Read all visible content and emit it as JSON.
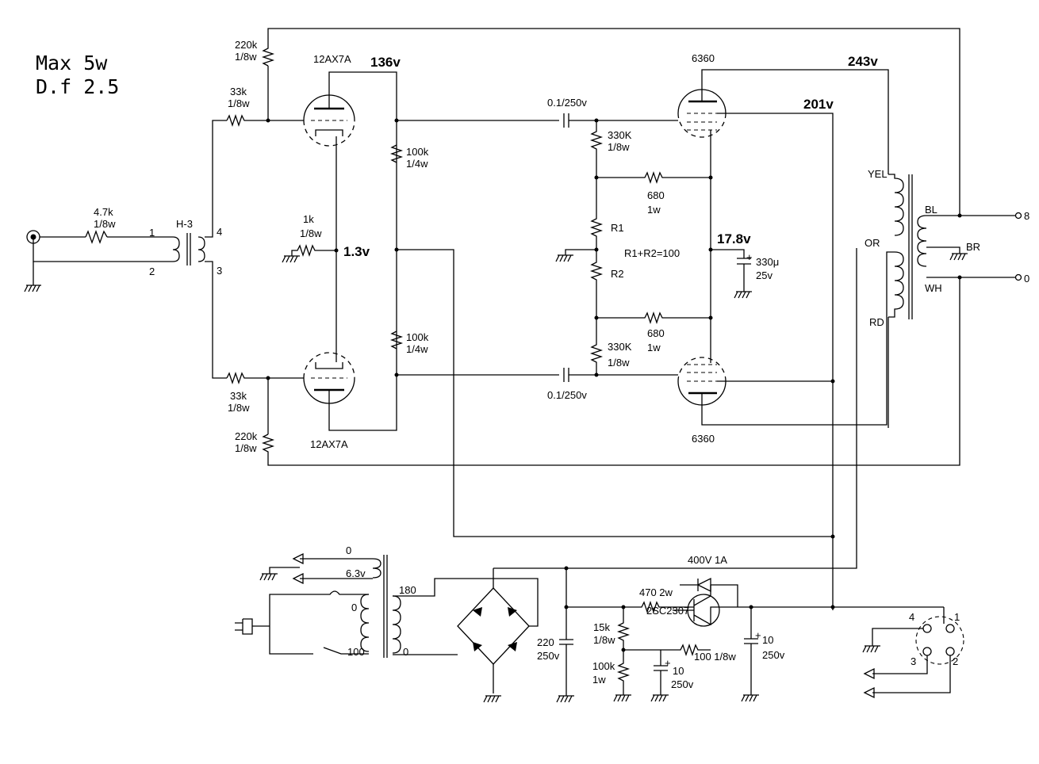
{
  "title": {
    "line1": "Max 5w",
    "line2": "D.f 2.5"
  },
  "voltages": {
    "v136": "136v",
    "v243": "243v",
    "v201": "201v",
    "v1_3": "1.3v",
    "v17_8": "17.8v"
  },
  "tubes": {
    "input": "12AX7A",
    "output": "6360"
  },
  "input_stage": {
    "r_in": "4.7k",
    "r_in_w": "1/8w",
    "transformer": "H-3",
    "pins": [
      "1",
      "2",
      "3",
      "4"
    ]
  },
  "resistors": {
    "r220k": "220k",
    "r33k": "33k",
    "w18": "1/8w",
    "r1k": "1k",
    "r100k": "100k",
    "w14": "1/4w",
    "r330k": "330K",
    "r680": "680",
    "w1": "1w",
    "r1": "R1",
    "r2": "R2",
    "r_sum": "R1+R2=100"
  },
  "capacitors": {
    "coupling": "0.1/250v",
    "cathode": "330μ",
    "cathode_v": "25v"
  },
  "output_transformer": {
    "yel": "YEL",
    "or": "OR",
    "rd": "RD",
    "bl": "BL",
    "br": "BR",
    "wh": "WH",
    "out8": "8",
    "out0": "0"
  },
  "power": {
    "tap0": "0",
    "tap63": "6.3v",
    "pri0": "0",
    "pri100": "100",
    "sec180": "180",
    "sec0": "0",
    "rect": "400V 1A",
    "c220": "220",
    "c220v": "250v",
    "r470": "470 2w",
    "r15k": "15k",
    "r15k_w": "1/8w",
    "r100k": "100k",
    "r100k_w": "1w",
    "transistor": "2SC2307",
    "r100": "100 1/8w",
    "c10a": "10",
    "c10a_v": "250v",
    "c10b": "10",
    "c10b_v": "250v"
  },
  "connector": {
    "p1": "1",
    "p2": "2",
    "p3": "3",
    "p4": "4"
  }
}
